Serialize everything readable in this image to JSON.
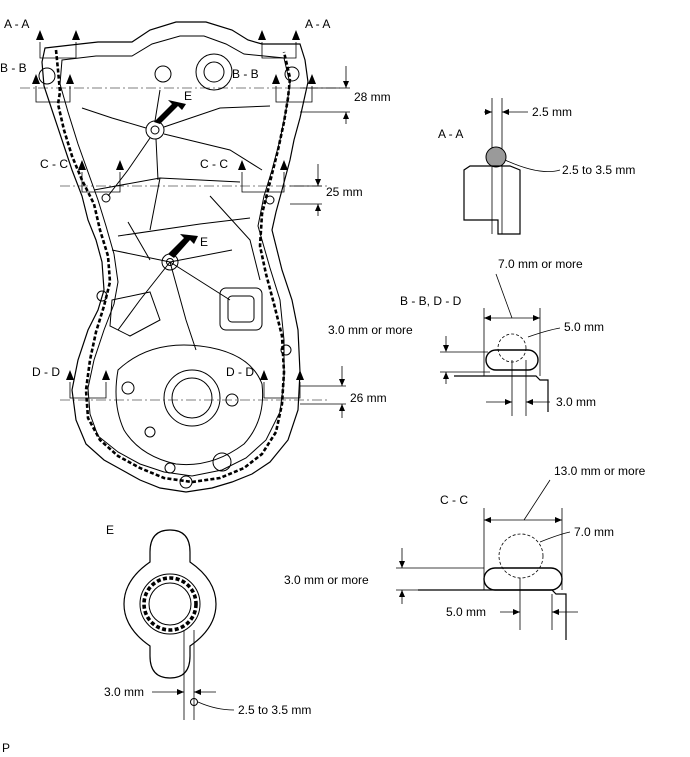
{
  "labels": {
    "aa_left": "A - A",
    "aa_right": "A - A",
    "bb_left": "B - B",
    "bb_right": "B - B",
    "cc_left": "C - C",
    "cc_right": "C - C",
    "dd_left": "D - D",
    "dd_right": "D - D",
    "e_upper": "E",
    "e_lower": "E",
    "dim_28": "28 mm",
    "dim_25": "25 mm",
    "dim_26": "26 mm"
  },
  "section_aa": {
    "title": "A - A",
    "width": "2.5 mm",
    "diameter": "2.5 to 3.5 mm"
  },
  "section_bd": {
    "title": "B - B, D - D",
    "width": "7.0 mm or more",
    "height": "3.0 mm or more",
    "diameter": "5.0 mm",
    "offset": "3.0 mm"
  },
  "section_cc": {
    "title": "C - C",
    "width": "13.0 mm or more",
    "diameter": "7.0 mm",
    "height": "3.0 mm or more",
    "offset": "5.0 mm"
  },
  "detail_e": {
    "title": "E",
    "width": "3.0 mm",
    "diameter": "2.5 to 3.5 mm"
  },
  "page_marker": "P"
}
